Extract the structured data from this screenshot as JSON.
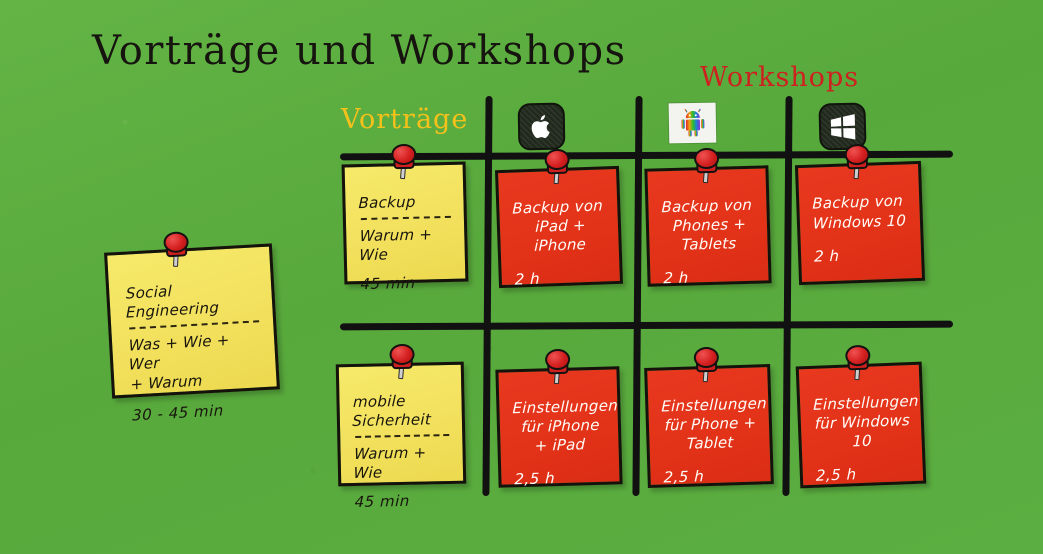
{
  "board": {
    "background_color": "#5aad3f",
    "title": "Vorträge und Workshops"
  },
  "column_labels": [
    {
      "id": "vortraege",
      "text": "Vorträge",
      "color": "#f5c11a"
    },
    {
      "id": "workshops",
      "text": "Workshops",
      "color": "#cf2020"
    }
  ],
  "platform_icons": [
    {
      "id": "apple",
      "name": "apple-logo-icon"
    },
    {
      "id": "android",
      "name": "android-robot-icon"
    },
    {
      "id": "windows",
      "name": "windows-logo-icon"
    }
  ],
  "notes": {
    "social": {
      "title": "Social Engineering",
      "sub": "Was + Wie + Wer",
      "sub2": "+ Warum",
      "duration": "30 - 45 min",
      "color": "#f2e05c"
    },
    "backup_talk": {
      "title": "Backup",
      "sub": "Warum + Wie",
      "duration": "45 min",
      "color": "#f2e05c"
    },
    "mobile_talk": {
      "title": "mobile Sicherheit",
      "sub": "Warum + Wie",
      "duration": "45 min",
      "color": "#f2e05c"
    },
    "backup_ios": {
      "title": "Backup von",
      "sub": "iPad + iPhone",
      "duration": "2 h",
      "color": "#e23218"
    },
    "backup_android": {
      "title": "Backup von",
      "sub": "Phones + Tablets",
      "duration": "2 h",
      "color": "#e23218"
    },
    "backup_windows": {
      "title": "Backup von",
      "sub": "Windows 10",
      "duration": "2 h",
      "color": "#e23218"
    },
    "settings_ios": {
      "title": "Einstellungen",
      "sub": "für iPhone + iPad",
      "duration": "2,5 h",
      "color": "#e23218"
    },
    "settings_android": {
      "title": "Einstellungen",
      "sub": "für Phone + Tablet",
      "duration": "2,5 h",
      "color": "#e23218"
    },
    "settings_windows": {
      "title": "Einstellungen",
      "sub": "für Windows 10",
      "duration": "2,5 h",
      "color": "#e23218"
    }
  }
}
